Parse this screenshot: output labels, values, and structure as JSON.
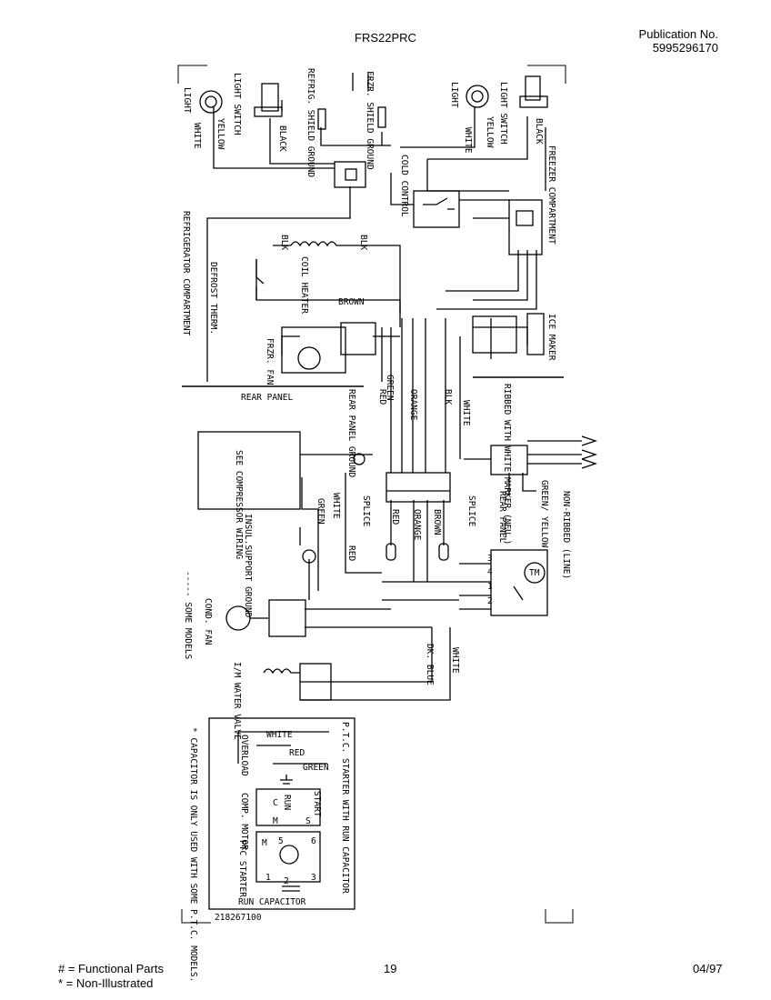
{
  "header": {
    "model": "FRS22PRC",
    "publication_label": "Publication No.",
    "publication_number": "5995296170"
  },
  "footer": {
    "functional_parts": "# = Functional Parts",
    "non_illustrated": "* = Non-Illustrated",
    "page_number": "19",
    "date": "04/97"
  },
  "diagram": {
    "labels": {
      "light_left": "LIGHT",
      "light_switch_left": "LIGHT SWITCH",
      "yellow_left": "YELLOW",
      "white_left": "WHITE",
      "black_left": "BLACK",
      "refrig_shield_ground": "REFRIG. SHIELD GROUND",
      "frzr_shield_ground": "FRZR. SHIELD GROUND",
      "light_right": "LIGHT",
      "white_right": "WHITE",
      "light_switch_right": "LIGHT SWITCH",
      "yellow_right": "YELLOW",
      "black_right": "BLACK",
      "cold_control": "COLD CONTROL",
      "freezer_compartment": "FREEZER COMPARTMENT",
      "refrigerator_compartment": "REFRIGERATOR COMPARTMENT",
      "blk_1": "BLK",
      "blk_2": "BLK",
      "coil_heater": "COIL HEATER",
      "defrost_therm": "DEFROST THERM.",
      "brown_1": "BROWN",
      "frzr_fan": "FRZR. FAN",
      "ice_maker": "ICE MAKER",
      "rear_panel": "REAR PANEL",
      "rear_panel_ground": "REAR PANEL GROUND",
      "green_1": "GREEN",
      "red_1": "RED",
      "orange_1": "ORANGE",
      "blk_3": "BLK",
      "white_1": "WHITE",
      "ribbed_with_white_marker": "RIBBED WITH WHITE MARKER (NEU.)",
      "see_compressor_wiring": "SEE COMPRESSOR WIRING",
      "white_2": "WHITE",
      "green_2": "GREEN",
      "splice_1": "SPLICE",
      "red_2": "RED",
      "orange_2": "ORANGE",
      "brown_2": "BROWN",
      "splice_2": "SPLICE",
      "rear_panel_2": "REAR PANEL",
      "green_yellow": "GREEN/ YELLOW",
      "non_ribbed_line": "NON-RIBBED (LINE)",
      "insul_support_ground": "INSUL.SUPPORT GROUND",
      "red_3": "RED",
      "tm": "TM",
      "some_models": "----- SOME MODELS",
      "cond_fan": "COND. FAN",
      "im_water_valve": "I/M WATER VALVE",
      "dk_blue": "DK. BLUE",
      "white_3": "WHITE",
      "ptc_title": "P.T.C. STARTER WITH RUN CAPACITOR",
      "ptc_white": "WHITE",
      "ptc_red": "RED",
      "ptc_green": "GREEN",
      "overload": "OVERLOAD",
      "comp_motor": "COMP. MOTOR",
      "run": "RUN",
      "start": "START",
      "ptc_starter": "PTC STARTER",
      "run_capacitor": "RUN CAPACITOR",
      "capacitor_note": "* CAPACITOR IS ONLY USED WITH SOME P.T.C. MODELS.",
      "part_number": "218267100"
    }
  }
}
